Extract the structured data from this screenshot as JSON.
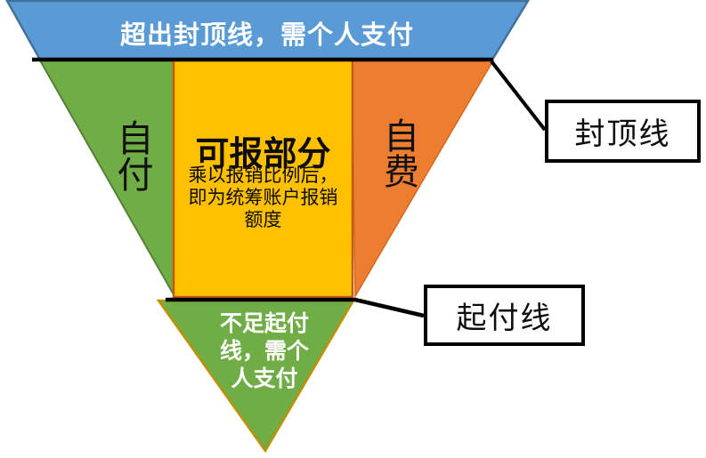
{
  "colors": {
    "blue": "#5B9BD5",
    "blue_border": "#41719C",
    "green": "#70AD47",
    "green_border": "#538135",
    "yellow": "#FFC000",
    "yellow_border": "#C55A11",
    "orange": "#ED7D31",
    "orange_border": "#D06A1F",
    "bottom_triangle_border": "#BF9000",
    "line": "#000000"
  },
  "funnel": {
    "top_band_label": "超出封顶线，需个人支付",
    "left_section_label": "自付",
    "middle_title": "可报部分",
    "middle_subtitle": "乘以报销比例后，\n即为统筹账户报销\n额度",
    "right_section_label": "自费",
    "bottom_section_label": "不足起付\n线，需个\n人支付"
  },
  "callouts": {
    "cap_line_label": "封顶线",
    "deductible_line_label": "起付线"
  }
}
